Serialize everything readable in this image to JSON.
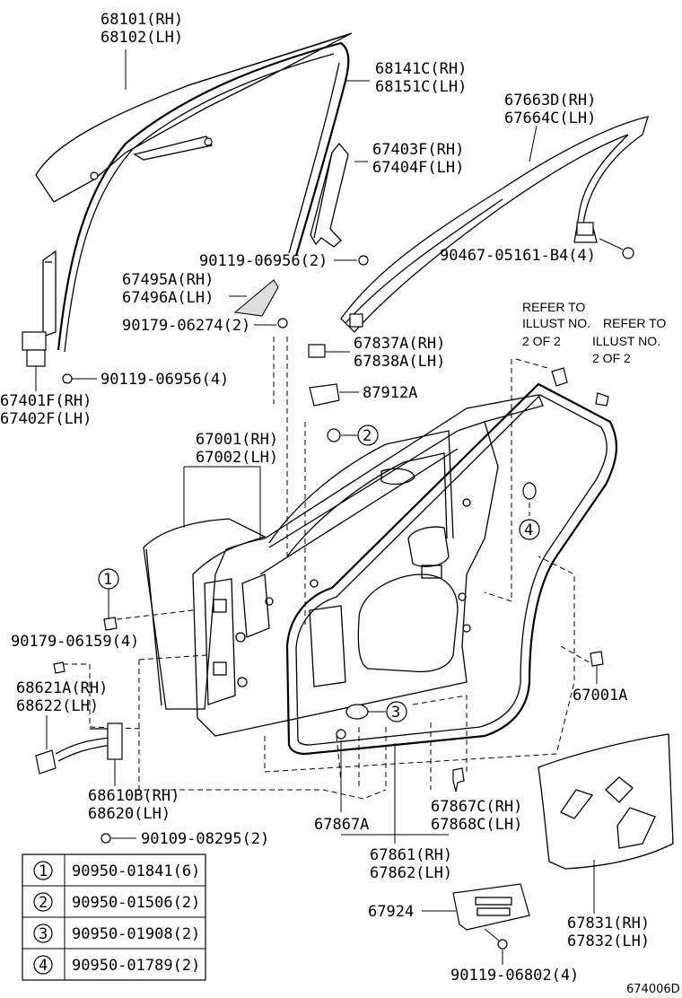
{
  "labels": {
    "p68101": "68101(RH)",
    "p68102": "68102(LH)",
    "p68141": "68141C(RH)",
    "p68151": "68151C(LH)",
    "p67663": "67663D(RH)",
    "p67664": "67664C(LH)",
    "p67403": "67403F(RH)",
    "p67404": "67404F(LH)",
    "p90119a": "90119-06956(2)",
    "p90467": "90467-05161-B4(4)",
    "p67495": "67495A(RH)",
    "p67496": "67496A(LH)",
    "p90179a": "90179-06274(2)",
    "p90119b": "90119-06956(4)",
    "p67401": "67401F(RH)",
    "p67402": "67402F(LH)",
    "p67837": "67837A(RH)",
    "p67838": "67838A(LH)",
    "p87912": "87912A",
    "p67001": "67001(RH)",
    "p67002": "67002(LH)",
    "p90179b": "90179-06159(4)",
    "p68621": "68621A(RH)",
    "p68622": "68622(LH)",
    "p67001a": "67001A",
    "p68610": "68610B(RH)",
    "p68620": "68620(LH)",
    "p90109": "90109-08295(2)",
    "p67867a": "67867A",
    "p67867c": "67867C(RH)",
    "p67868c": "67868C(LH)",
    "p67861": "67861(RH)",
    "p67862": "67862(LH)",
    "p67924": "67924",
    "p67831": "67831(RH)",
    "p67832": "67832(LH)",
    "p90119c": "90119-06802(4)",
    "refer1_l1": "REFER TO",
    "refer1_l2": "ILLUST NO.",
    "refer1_l3": "2 OF 2",
    "refer2_l1": "REFER TO",
    "refer2_l2": "ILLUST NO.",
    "refer2_l3": "2 OF 2",
    "callout1": "1",
    "callout2": "2",
    "callout3": "3",
    "callout4": "4",
    "figure_id": "674006D"
  },
  "legend": [
    {
      "num": "1",
      "part": "90950-01841(6)"
    },
    {
      "num": "2",
      "part": "90950-01506(2)"
    },
    {
      "num": "3",
      "part": "90950-01908(2)"
    },
    {
      "num": "4",
      "part": "90950-01789(2)"
    }
  ]
}
